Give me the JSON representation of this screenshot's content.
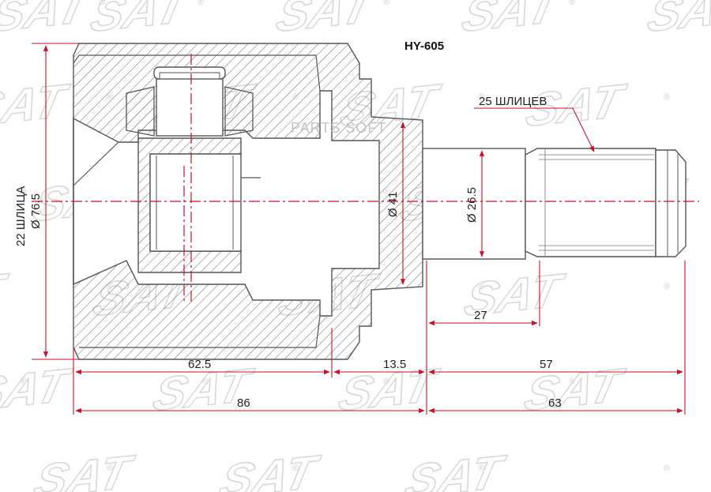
{
  "part_number": "HY-605",
  "watermark": {
    "text": "SAT",
    "reg_mark": "®",
    "site": "PARTS SOFT"
  },
  "labels": {
    "outer_splines": "22 ШЛИЦА",
    "outer_diameter": "Ø 76.5",
    "inner_diameter": "Ø 41",
    "shaft_diameter": "Ø 26.5",
    "shaft_splines": "25 ШЛИЦЕВ"
  },
  "dimensions": {
    "d_62_5": "62.5",
    "d_13_5": "13.5",
    "d_57": "57",
    "d_27": "27",
    "d_86": "86",
    "d_63": "63"
  },
  "colors": {
    "outline": "#555555",
    "dimension": "#c8102e",
    "centerline": "#c8102e",
    "watermark": "#d8d8d8"
  }
}
